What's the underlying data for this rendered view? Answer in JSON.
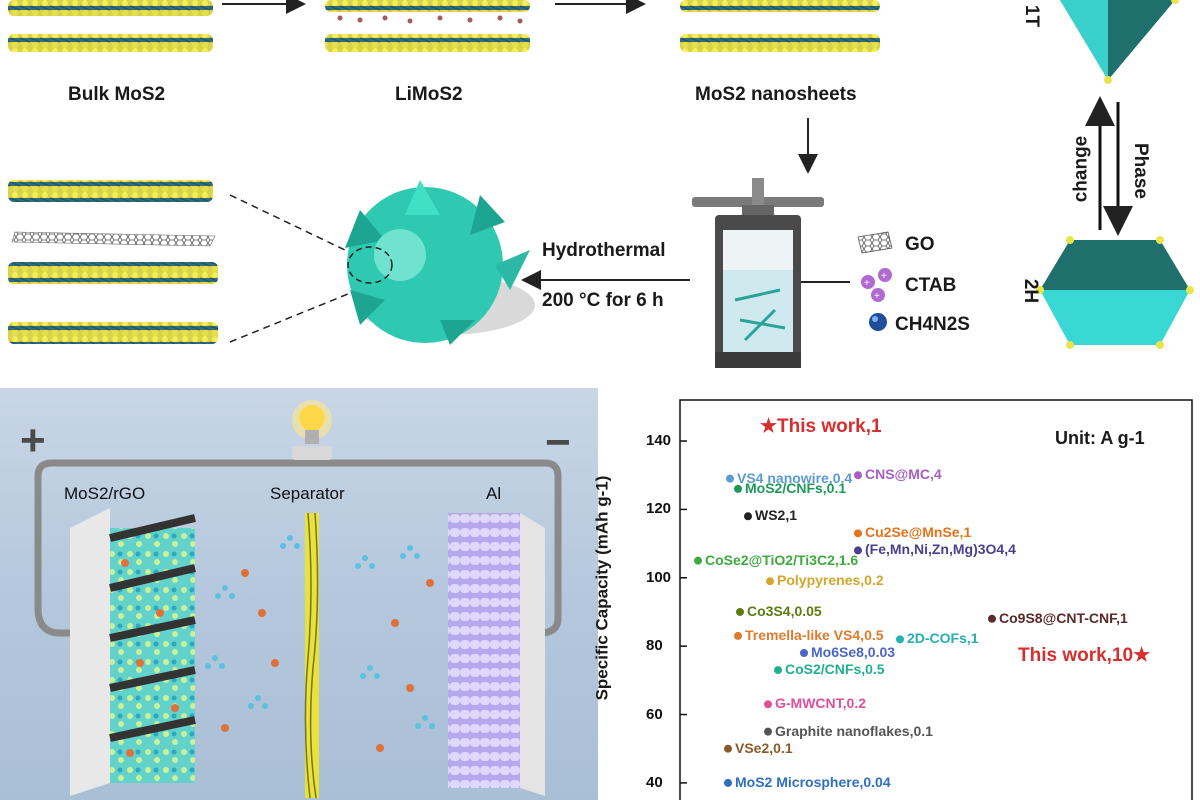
{
  "top": {
    "stage_labels": [
      "Bulk MoS2",
      "LiMoS2",
      "MoS2 nanosheets"
    ],
    "step_label_line1": "Hydrothermal",
    "step_label_line2": "200 °C for 6 h",
    "reagents": [
      "GO",
      "CTAB",
      "CH4N2S"
    ],
    "phase_label": "Phase",
    "change_label": "change",
    "phase_1T": "1T",
    "phase_2H": "2H"
  },
  "battery": {
    "plus": "+",
    "minus": "−",
    "cathode": "MoS2/rGO",
    "separator": "Separator",
    "anode": "Al"
  },
  "chart_data": {
    "type": "scatter",
    "ylabel": "Specific Capacity (mAh g-1)",
    "yticks": [
      40,
      60,
      80,
      100,
      120,
      140
    ],
    "ylim": [
      35,
      152
    ],
    "annotation": "Unit: A g-1",
    "points": [
      {
        "label": "★This work,1",
        "y": 144,
        "color": "#d62f2f",
        "marker": "star"
      },
      {
        "label": "VS4 nanowire,0.4",
        "y": 129,
        "color": "#5a9bd5",
        "marker": "dot"
      },
      {
        "label": "CNS@MC,4",
        "y": 130,
        "color": "#a65fc6",
        "marker": "dot"
      },
      {
        "label": "MoS2/CNFs,0.1",
        "y": 126,
        "color": "#1d9a5a",
        "marker": "dot"
      },
      {
        "label": "WS2,1",
        "y": 118,
        "color": "#222222",
        "marker": "dot"
      },
      {
        "label": "Cu2Se@MnSe,1",
        "y": 113,
        "color": "#e3731c",
        "marker": "dot"
      },
      {
        "label": "(Fe,Mn,Ni,Zn,Mg)3O4,4",
        "y": 108,
        "color": "#4b3f8f",
        "marker": "dot"
      },
      {
        "label": "CoSe2@TiO2/Ti3C2,1.6",
        "y": 105,
        "color": "#3daa3d",
        "marker": "dot"
      },
      {
        "label": "Polypyrenes,0.2",
        "y": 99,
        "color": "#d4a62a",
        "marker": "dot"
      },
      {
        "label": "Co3S4,0.05",
        "y": 90,
        "color": "#5b7d10",
        "marker": "dot"
      },
      {
        "label": "Co9S8@CNT-CNF,1",
        "y": 88,
        "color": "#5b2a2a",
        "marker": "dot"
      },
      {
        "label": "Tremella-like VS4,0.5",
        "y": 83,
        "color": "#e07a2c",
        "marker": "dot"
      },
      {
        "label": "2D-COFs,1",
        "y": 82,
        "color": "#27b0b0",
        "marker": "dot"
      },
      {
        "label": "Mo6Se8,0.03",
        "y": 78,
        "color": "#4a66c8",
        "marker": "dot"
      },
      {
        "label": "This work,10★",
        "y": 77,
        "color": "#d62f2f",
        "marker": "star"
      },
      {
        "label": "CoS2/CNFs,0.5",
        "y": 73,
        "color": "#20b090",
        "marker": "dot"
      },
      {
        "label": "G-MWCNT,0.2",
        "y": 63,
        "color": "#e0509a",
        "marker": "dot"
      },
      {
        "label": "Graphite nanoflakes,0.1",
        "y": 55,
        "color": "#555555",
        "marker": "dot"
      },
      {
        "label": "VSe2,0.1",
        "y": 50,
        "color": "#8a5a28",
        "marker": "dot"
      },
      {
        "label": "MoS2 Microsphere,0.04",
        "y": 40,
        "color": "#2f6fc0",
        "marker": "dot"
      }
    ]
  }
}
